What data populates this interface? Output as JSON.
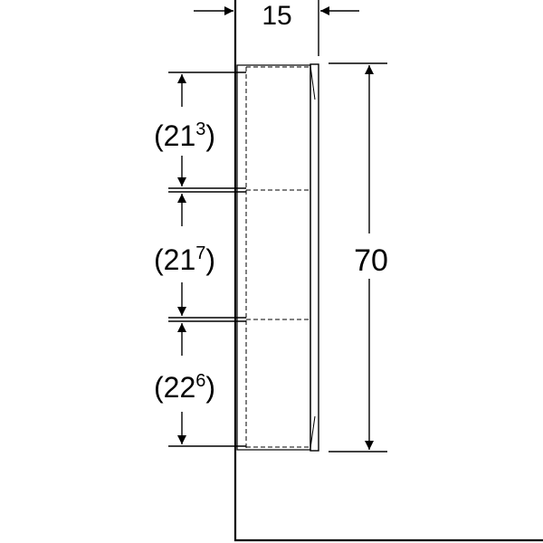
{
  "dimensions": {
    "width": "15",
    "height": "70",
    "shelf_1": {
      "base": "21",
      "sup": "3"
    },
    "shelf_2": {
      "base": "21",
      "sup": "7"
    },
    "shelf_3": {
      "base": "22",
      "sup": "6"
    }
  },
  "colors": {
    "line": "#000000",
    "background": "#ffffff"
  }
}
